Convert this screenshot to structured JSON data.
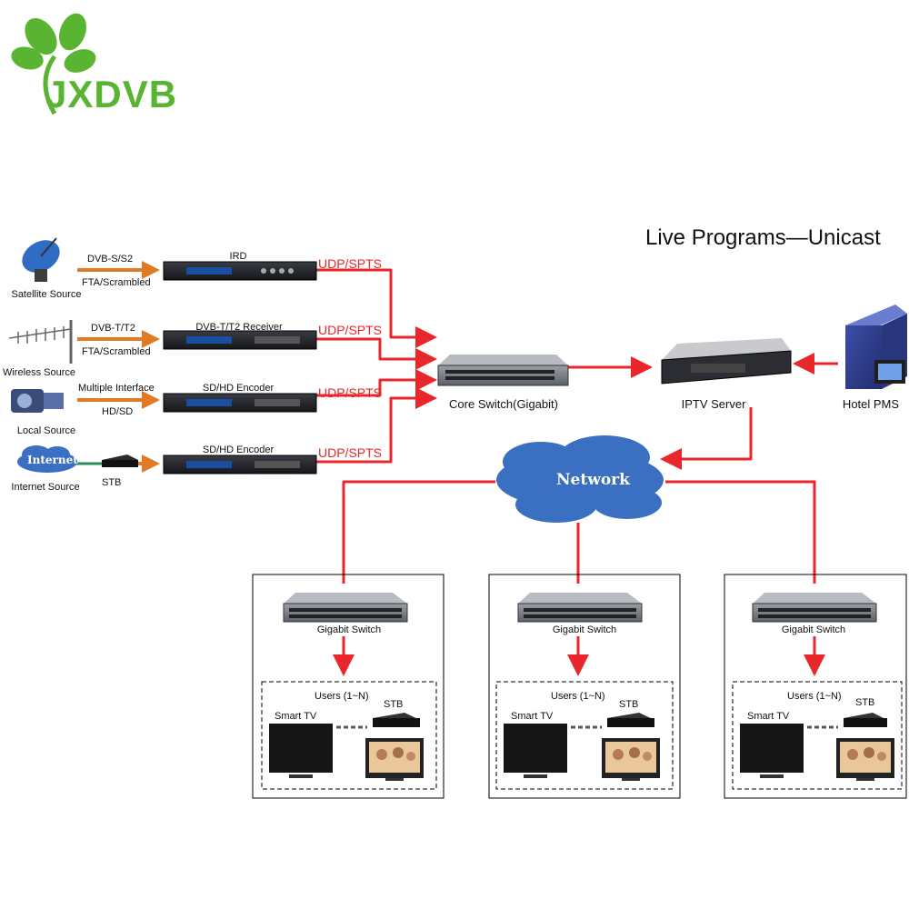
{
  "logo": {
    "text": "JXDVB",
    "color": "#58b431"
  },
  "title": "Live Programs—Unicast",
  "colors": {
    "link": "#e8262b",
    "input_arrow": "#e07a24",
    "cloud": "#3b6fc1"
  },
  "sources": [
    {
      "name": "Satellite Source",
      "signal": "DVB-S/S2",
      "mode": "FTA/Scrambled",
      "device": "IRD",
      "output": "UDP/SPTS"
    },
    {
      "name": "Wireless Source",
      "signal": "DVB-T/T2",
      "mode": "FTA/Scrambled",
      "device": "DVB-T/T2 Receiver",
      "output": "UDP/SPTS"
    },
    {
      "name": "Local Source",
      "signal": "Multiple Interface",
      "mode": "HD/SD",
      "device": "SD/HD Encoder",
      "output": "UDP/SPTS"
    },
    {
      "name": "Internet Source",
      "signal": "Internet",
      "mode": "STB",
      "device": "SD/HD Encoder",
      "output": "UDP/SPTS"
    }
  ],
  "core_switch": "Core Switch(Gigabit)",
  "iptv_server": "IPTV Server",
  "hotel_pms": "Hotel PMS",
  "network": "Network",
  "branches": [
    {
      "switch": "Gigabit Switch",
      "users": "Users (1~N)",
      "tv": "Smart TV",
      "stb": "STB"
    },
    {
      "switch": "Gigabit Switch",
      "users": "Users (1~N)",
      "tv": "Smart TV",
      "stb": "STB"
    },
    {
      "switch": "Gigabit Switch",
      "users": "Users (1~N)",
      "tv": "Smart TV",
      "stb": "STB"
    }
  ]
}
